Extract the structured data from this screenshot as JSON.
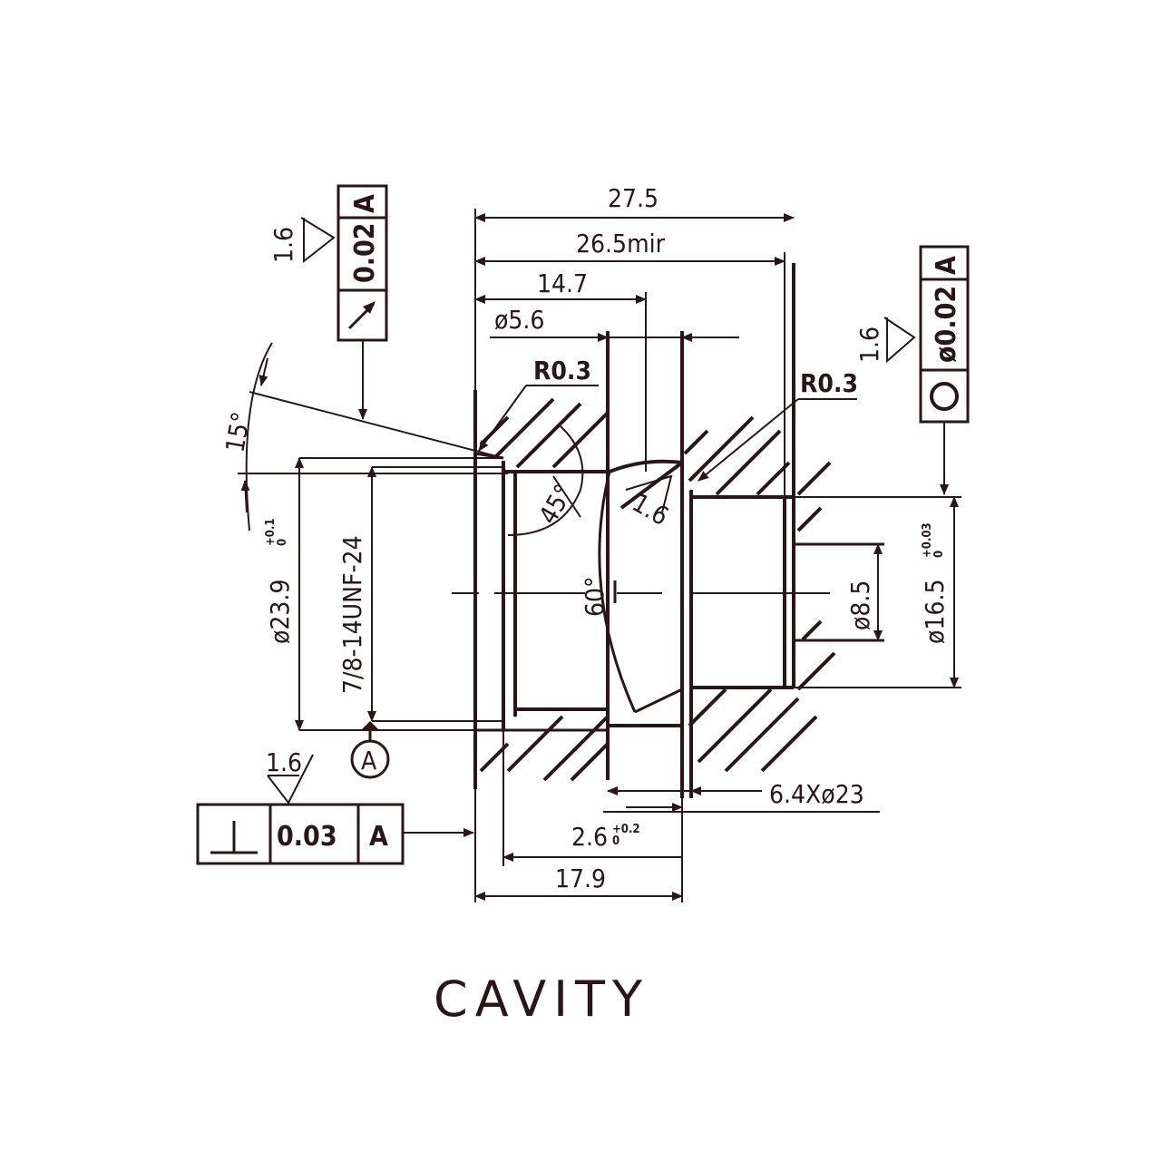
{
  "title": "CAVITY",
  "dims": {
    "overall_length": "27.5",
    "length_min": "26.5mir",
    "len_14_7": "14.7",
    "dia_5_6": "ø5.6",
    "radius_left": "R0.3",
    "radius_right": "R0.3",
    "angle_15": "15°",
    "angle_45": "45°",
    "angle_60": "60°",
    "finish_inner": "1.6",
    "dia_23_9": "ø23.9",
    "dia_23_9_tol": "+0.1\n0",
    "thread": "7/8-14UNF-24",
    "dia_8_5": "ø8.5",
    "dia_16_5": "ø16.5",
    "dia_16_5_tol": "+0.03\n0",
    "counterbore": "6.4Xø23",
    "depth_2_6": "2.6",
    "depth_2_6_tol": "+0.2\n0",
    "len_17_9": "17.9"
  },
  "fcf_left": {
    "finish": "1.6",
    "tolerance": "0.02",
    "datum": "A",
    "symbol": "runout-icon"
  },
  "fcf_right": {
    "finish": "1.6",
    "tolerance": "ø0.02",
    "datum": "A",
    "symbol": "concentricity-icon"
  },
  "fcf_bottom": {
    "finish": "1.6",
    "tolerance": "0.03",
    "datum": "A",
    "symbol": "perpendicularity-icon"
  },
  "datum_label": "A",
  "colors": {
    "ink": "#2a1616",
    "background": "#ffffff"
  }
}
